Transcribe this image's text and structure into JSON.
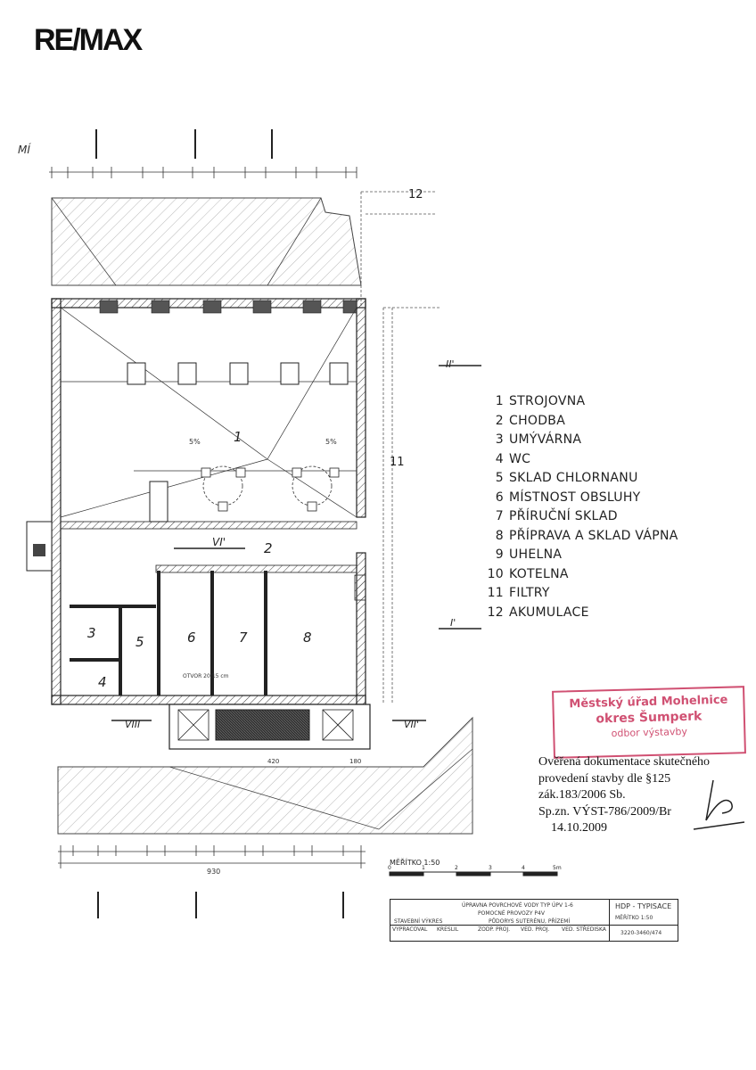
{
  "logo": {
    "text": "RE/MAX"
  },
  "room_labels": [
    "1",
    "2",
    "3",
    "4",
    "5",
    "6",
    "7",
    "8"
  ],
  "legend": [
    {
      "num": "1",
      "label": "STROJOVNA"
    },
    {
      "num": "2",
      "label": "CHODBA"
    },
    {
      "num": "3",
      "label": "UMÝVÁRNA"
    },
    {
      "num": "4",
      "label": "WC"
    },
    {
      "num": "5",
      "label": "SKLAD CHLORNANU"
    },
    {
      "num": "6",
      "label": "MÍSTNOST OBSLUHY"
    },
    {
      "num": "7",
      "label": "PŘÍRUČNÍ SKLAD"
    },
    {
      "num": "8",
      "label": "PŘÍPRAVA A SKLAD VÁPNA"
    },
    {
      "num": "9",
      "label": "UHELNA"
    },
    {
      "num": "10",
      "label": "KOTELNA"
    },
    {
      "num": "11",
      "label": "FILTRY"
    },
    {
      "num": "12",
      "label": "AKUMULACE"
    }
  ],
  "plan_text": {
    "label_12": "12",
    "label_11": "11",
    "section_II": "II'",
    "section_I": "I'",
    "section_VI": "VI'",
    "section_VII": "VII'",
    "section_VIII": "VIII",
    "top_left": "MÍ",
    "total_width": "930",
    "dim_420": "420",
    "dim_180": "180",
    "scale_label": "MĚŘÍTKO 1:50",
    "scale_ticks": [
      "0",
      "1",
      "2",
      "3",
      "4",
      "5m"
    ],
    "slope_a": "5%",
    "slope_b": "5%",
    "otvor": "OTVOR 20/15 cm"
  },
  "stamp": {
    "line1": "Městský úřad Mohelnice",
    "line2": "okres Šumperk",
    "line3": "odbor výstavby"
  },
  "verification": {
    "line1": "Ověřená dokumentace skutečného",
    "line2": "provedení stavby dle §125",
    "line3": "zák.183/2006 Sb.",
    "line4": "Sp.zn. VÝST-786/2009/Br",
    "line5": "14.10.2009"
  },
  "title_block": {
    "project": "ÚPRAVNA POVRCHOVÉ VODY TYP ÚPV 1-6",
    "subtitle": "POMOCNÉ PROVOZY P4V",
    "drawing": "PŮDORYS SUTERÉNU, PŘÍZEMÍ",
    "type": "STAVEBNÍ VÝKRES",
    "company": "HDP - TYPISACE",
    "scale": "MĚŘÍTKO 1:50",
    "number": "3220-3460/474",
    "vypracoval": "VYPRACOVAL",
    "kreslil": "KRESLIL",
    "zodp_proj": "ZODP. PROJ.",
    "ved_proj": "VED. PROJ.",
    "ved_strediska": "VED. STŘEDISKA"
  },
  "colors": {
    "ink": "#222222",
    "stamp": "#c8325a"
  }
}
